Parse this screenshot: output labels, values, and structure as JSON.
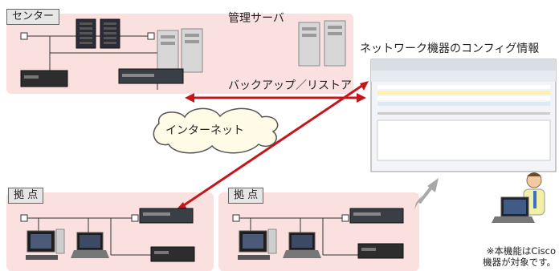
{
  "labels": {
    "center": "センター",
    "branch_left": "拠 点",
    "branch_right": "拠 点",
    "mgmt_server": "管理サーバ",
    "config_info": "ネットワーク機器のコンフィグ情報",
    "backup_restore": "バックアップ／リストア",
    "internet": "インターネット",
    "note_line1": "※本機能はCisco",
    "note_line2": "機器が対象です。"
  },
  "colors": {
    "zone_fill": "#fbe0e0",
    "arrow": "#c4161c",
    "grey_arrow": "#a8a8a8"
  },
  "icons": [
    "rack-server-icon",
    "tower-server-icon",
    "router-icon",
    "desktop-pc-icon",
    "laptop-icon",
    "person-icon",
    "cloud-icon",
    "config-window-icon"
  ]
}
